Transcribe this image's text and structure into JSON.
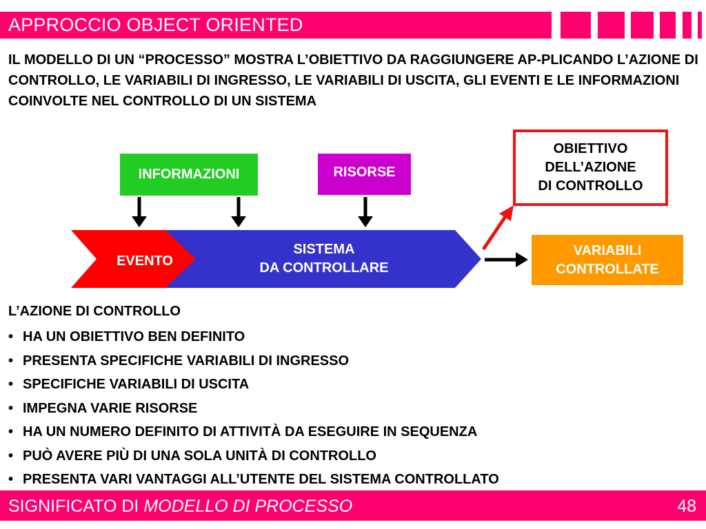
{
  "header": {
    "title": "APPROCCIO OBJECT ORIENTED"
  },
  "intro": {
    "text": "IL MODELLO DI UN “PROCESSO” MOSTRA L’OBIETTIVO DA RAGGIUNGERE AP-PLICANDO L’AZIONE DI CONTROLLO, LE VARIABILI DI INGRESSO, LE VARIABILI DI USCITA, GLI EVENTI E LE INFORMAZIONI COINVOLTE NEL CONTROLLO DI UN SISTEMA"
  },
  "diagram": {
    "informazioni": "INFORMAZIONI",
    "risorse": "RISORSE",
    "obiettivo": [
      "OBIETTIVO",
      "DELL’AZIONE",
      "DI CONTROLLO"
    ],
    "evento": "EVENTO",
    "sistema": [
      "SISTEMA",
      "DA CONTROLLARE"
    ],
    "variabili": [
      "VARIABILI",
      "CONTROLLATE"
    ]
  },
  "list": {
    "title": "L’AZIONE DI CONTROLLO",
    "bullet_char": "•",
    "items": [
      "HA UN OBIETTIVO BEN DEFINITO",
      "PRESENTA SPECIFICHE VARIABILI DI INGRESSO",
      "SPECIFICHE VARIABILI DI USCITA",
      "IMPEGNA VARIE RISORSE",
      "HA UN NUMERO DEFINITO DI ATTIVITÀ DA ESEGUIRE IN SEQUENZA",
      "PUÒ AVERE PIÙ DI UNA SOLA UNITÀ DI CONTROLLO",
      "PRESENTA VARI VANTAGGI ALL’UTENTE DEL SISTEMA CONTROLLATO"
    ]
  },
  "footer": {
    "title_plain": "SIGNIFICATO DI ",
    "title_italic": "MODELLO DI PROCESSO",
    "page_number": "48"
  },
  "colors": {
    "accent": "#ff006e",
    "informazioni": "#22cc22",
    "risorse": "#cc00cc",
    "evento": "#ff0000",
    "sistema": "#3333cc",
    "variabili": "#ff9900",
    "obiettivo_border": "#ee1111"
  }
}
